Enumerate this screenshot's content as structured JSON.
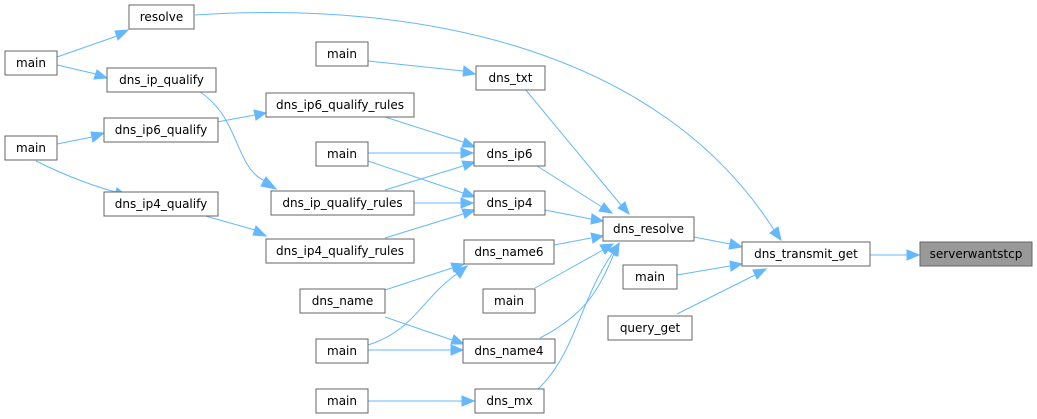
{
  "nodes": {
    "resolve": "resolve",
    "main_a": "main",
    "dns_ip_qualify": "dns_ip_qualify",
    "main_b": "main",
    "dns_txt": "dns_txt",
    "dns_ip6_qualify_rules": "dns_ip6_qualify_rules",
    "dns_ip6_qualify": "dns_ip6_qualify",
    "main_c": "main",
    "main_d": "main",
    "dns_ip6": "dns_ip6",
    "dns_ip4_qualify": "dns_ip4_qualify",
    "dns_ip_qualify_rules": "dns_ip_qualify_rules",
    "dns_ip4": "dns_ip4",
    "dns_resolve": "dns_resolve",
    "dns_ip4_qualify_rules": "dns_ip4_qualify_rules",
    "dns_transmit_get": "dns_transmit_get",
    "serverwantstcp": "serverwantstcp",
    "dns_name6": "dns_name6",
    "main_e": "main",
    "dns_name": "dns_name",
    "main_f": "main",
    "query_get": "query_get",
    "main_g": "main",
    "dns_name4": "dns_name4",
    "main_h": "main",
    "dns_mx": "dns_mx"
  },
  "colors": {
    "edge": "#63b8ff",
    "node_border": "#666666",
    "highlight_fill": "#999999"
  }
}
